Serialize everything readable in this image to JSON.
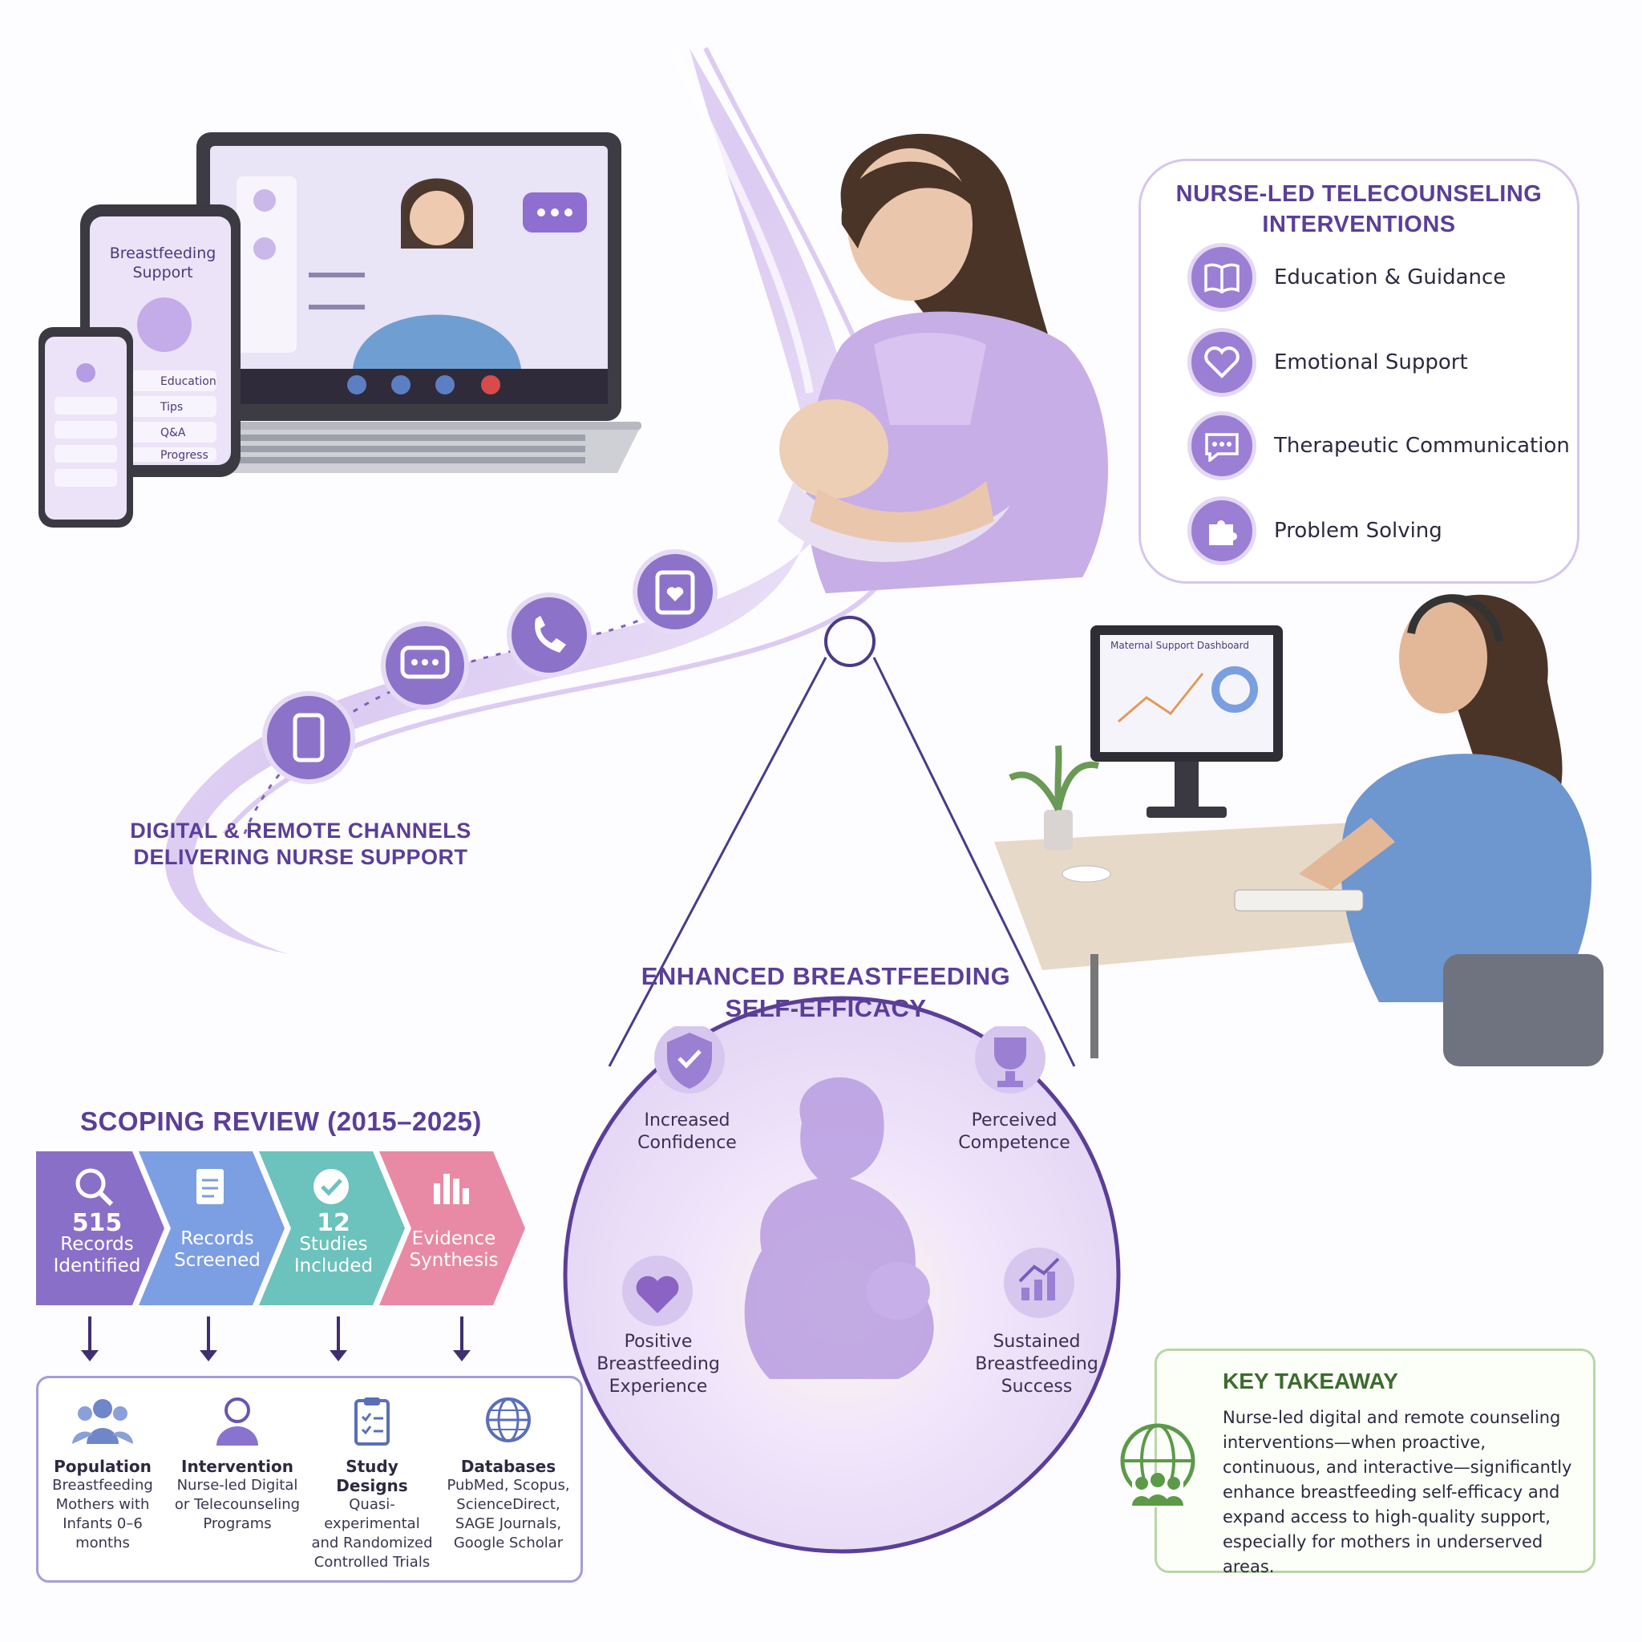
{
  "channels": {
    "title_line1": "DIGITAL & REMOTE CHANNELS",
    "title_line2": "DELIVERING NURSE SUPPORT"
  },
  "devices": {
    "tablet_title_line1": "Breastfeeding",
    "tablet_title_line2": "Support",
    "tablet_menu": [
      "Education",
      "Tips",
      "Q&A",
      "Progress"
    ]
  },
  "interventions": {
    "title_line1": "NURSE-LED TELECOUNSELING",
    "title_line2": "INTERVENTIONS",
    "items": [
      {
        "label": "Education & Guidance",
        "icon": "book-icon"
      },
      {
        "label": "Emotional Support",
        "icon": "heart-icon"
      },
      {
        "label": "Therapeutic Communication",
        "icon": "chat-icon"
      },
      {
        "label": "Problem Solving",
        "icon": "puzzle-icon"
      }
    ]
  },
  "dashboard": {
    "title": "Maternal Support Dashboard"
  },
  "efficacy": {
    "title_line1": "ENHANCED BREASTFEEDING",
    "title_line2": "SELF-EFFICACY",
    "outcomes": [
      {
        "line1": "Increased",
        "line2": "Confidence",
        "icon": "shield-check-icon"
      },
      {
        "line1": "Perceived",
        "line2": "Competence",
        "icon": "trophy-icon"
      },
      {
        "line1": "Positive",
        "line2": "Breastfeeding",
        "line3": "Experience",
        "icon": "heart-icon"
      },
      {
        "line1": "Sustained",
        "line2": "Breastfeeding",
        "line3": "Success",
        "icon": "growth-chart-icon"
      }
    ]
  },
  "scoping": {
    "title": "SCOPING REVIEW (2015–2025)",
    "steps": [
      {
        "number": "515",
        "line1": "Records",
        "line2": "Identified",
        "icon": "search-icon",
        "color": "#8a6fc8"
      },
      {
        "number": "",
        "line1": "Records",
        "line2": "Screened",
        "icon": "document-icon",
        "color": "#7c9ee2"
      },
      {
        "number": "12",
        "line1": "Studies",
        "line2": "Included",
        "icon": "check-icon",
        "color": "#6cc2bd"
      },
      {
        "number": "",
        "line1": "Evidence",
        "line2": "Synthesis",
        "icon": "bar-chart-icon",
        "color": "#e88aa6"
      }
    ],
    "criteria": [
      {
        "heading": "Population",
        "lines": [
          "Breastfeeding",
          "Mothers with",
          "Infants 0–6 months"
        ],
        "icon": "people-icon"
      },
      {
        "heading": "Intervention",
        "lines": [
          "Nurse-led Digital",
          "or Telecounseling",
          "Programs"
        ],
        "icon": "nurse-icon"
      },
      {
        "heading": "Study Designs",
        "lines": [
          "Quasi-experimental",
          "and Randomized",
          "Controlled Trials"
        ],
        "icon": "clipboard-icon"
      },
      {
        "heading": "Databases",
        "lines": [
          "PubMed, Scopus,",
          "ScienceDirect,",
          "SAGE Journals,",
          "Google Scholar"
        ],
        "icon": "globe-icon"
      }
    ]
  },
  "takeaway": {
    "title": "KEY TAKEAWAY",
    "body": "Nurse-led digital and remote counseling interventions—when proactive, continuous, and interactive—significantly enhance breastfeeding self-efficacy and expand access to high-quality support, especially for mothers in underserved areas.",
    "icon": "globe-people-icon"
  },
  "colors": {
    "primary": "#5b3e98",
    "accent": "#9b7fd4",
    "green": "#3d6b2e",
    "light": "#ede4f8"
  }
}
